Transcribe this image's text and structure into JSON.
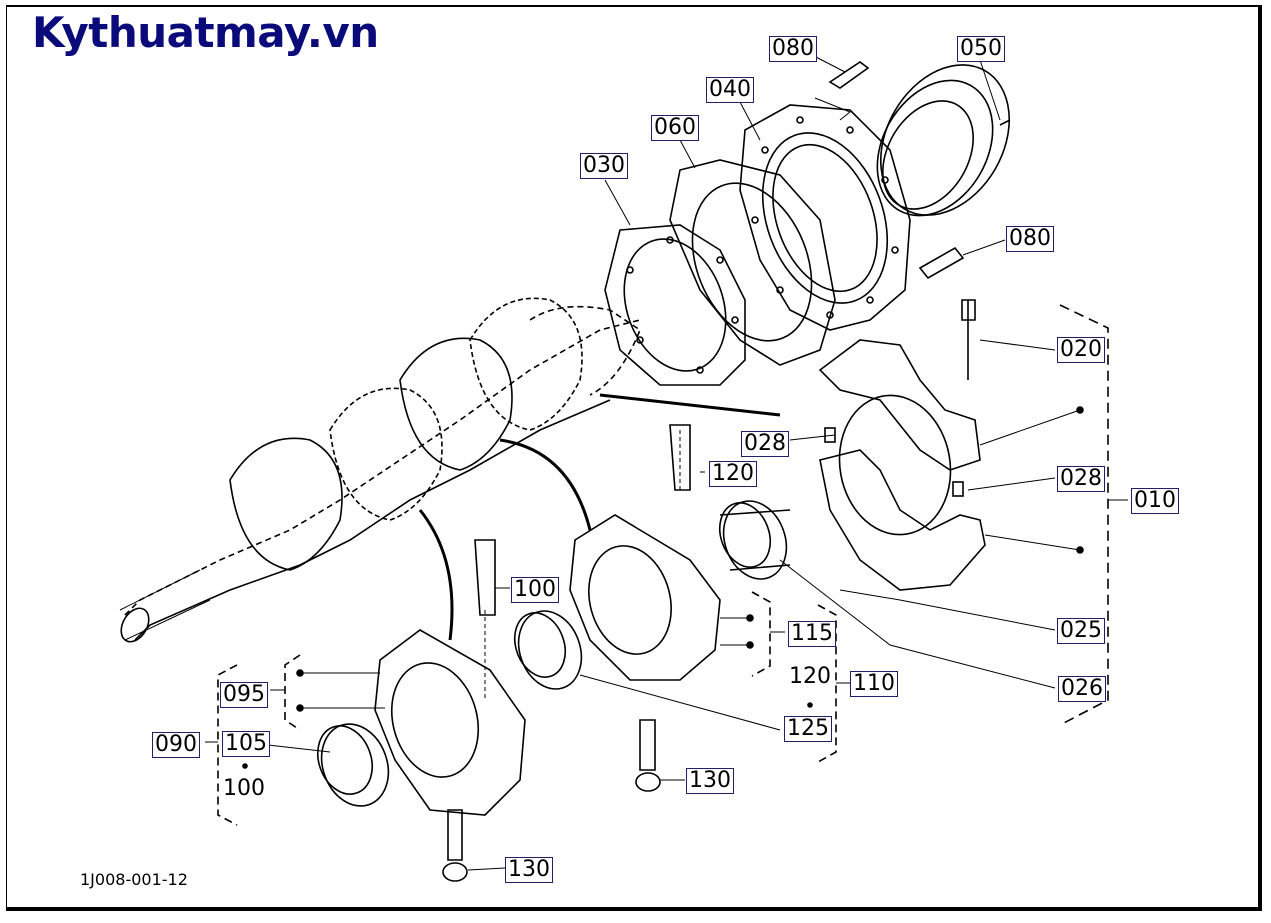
{
  "site": {
    "brand": "Kythuatmay.vn"
  },
  "figure": {
    "id": "1J008-001-12"
  },
  "labels": {
    "p080_top": "080",
    "p050": "050",
    "p040": "040",
    "p060": "060",
    "p030": "030",
    "p080_mid": "080",
    "p020": "020",
    "p028_left": "028",
    "p120_bolt": "120",
    "p028_right": "028",
    "p010": "010",
    "p100_bolt": "100",
    "p115": "115",
    "p120_group": "120",
    "p110": "110",
    "p025": "025",
    "p026": "026",
    "p095": "095",
    "p090": "090",
    "p105": "105",
    "p100_group": "100",
    "p125": "125",
    "p130_mid": "130",
    "p130_bottom": "130"
  },
  "colors": {
    "brand": "#0a0a7a",
    "label_border": "#20206a"
  }
}
